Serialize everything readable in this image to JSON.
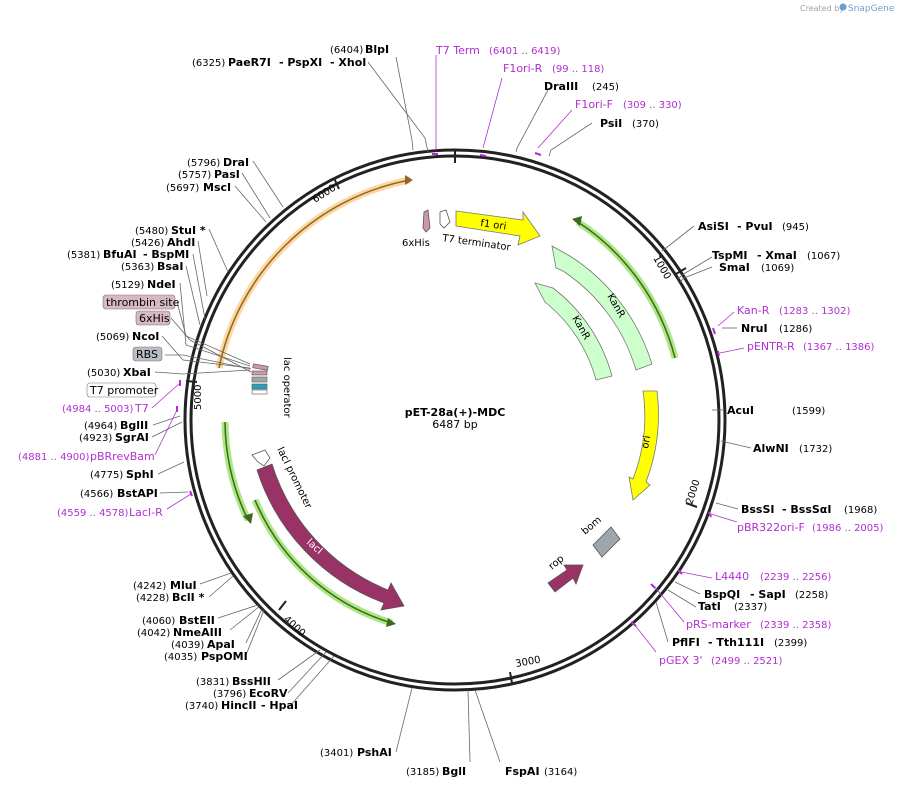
{
  "credit": {
    "prefix": "Created by",
    "brand": "SnapGene"
  },
  "plasmid": {
    "name": "pET-28a(+)-MDC",
    "length_label": "6487 bp"
  },
  "ticks": [
    "1000",
    "2000",
    "3000",
    "4000",
    "5000",
    "6000"
  ],
  "sites": [
    {
      "id": "blpi",
      "name": "BlpI",
      "pos": "(6404)"
    },
    {
      "id": "paer7i",
      "name": "PaeR7I",
      "pos": "(6325)"
    },
    {
      "id": "pspxi",
      "name": "- PspXI",
      "pos": ""
    },
    {
      "id": "xhoi",
      "name": "- XhoI",
      "pos": ""
    },
    {
      "id": "draiii",
      "name": "DraIII",
      "pos": "(245)"
    },
    {
      "id": "psii",
      "name": "PsiI",
      "pos": "(370)"
    },
    {
      "id": "asisi",
      "name": "AsiSI",
      "pos": ""
    },
    {
      "id": "pvui",
      "name": "- PvuI",
      "pos": "(945)"
    },
    {
      "id": "tspmi",
      "name": "TspMI",
      "pos": ""
    },
    {
      "id": "xmai",
      "name": "- XmaI",
      "pos": "(1067)"
    },
    {
      "id": "smai",
      "name": "SmaI",
      "pos": "(1069)"
    },
    {
      "id": "nrui",
      "name": "NruI",
      "pos": "(1286)"
    },
    {
      "id": "acui",
      "name": "AcuI",
      "pos": "(1599)"
    },
    {
      "id": "alwni",
      "name": "AlwNI",
      "pos": "(1732)"
    },
    {
      "id": "bsssi",
      "name": "BssSI",
      "pos": ""
    },
    {
      "id": "bsssai",
      "name": "- BssSαI",
      "pos": "(1968)"
    },
    {
      "id": "bspqi",
      "name": "BspQI",
      "pos": ""
    },
    {
      "id": "sapi",
      "name": "- SapI",
      "pos": "(2258)"
    },
    {
      "id": "tati",
      "name": "TatI",
      "pos": "(2337)"
    },
    {
      "id": "pflfi",
      "name": "PflFI",
      "pos": ""
    },
    {
      "id": "tth111i",
      "name": "- Tth111I",
      "pos": "(2399)"
    },
    {
      "id": "fspai",
      "name": "FspAI",
      "pos": "(3164)"
    },
    {
      "id": "bgli",
      "name": "BglI",
      "pos": "(3185)"
    },
    {
      "id": "pshai",
      "name": "PshAI",
      "pos": "(3401)"
    },
    {
      "id": "hincii",
      "name": "HincII",
      "pos": "(3740)"
    },
    {
      "id": "hpai",
      "name": "- HpaI",
      "pos": ""
    },
    {
      "id": "ecorv",
      "name": "EcoRV",
      "pos": "(3796)"
    },
    {
      "id": "bsshii",
      "name": "BssHII",
      "pos": "(3831)"
    },
    {
      "id": "pspomi",
      "name": "PspOMI",
      "pos": "(4035)"
    },
    {
      "id": "apai",
      "name": "ApaI",
      "pos": "(4039)"
    },
    {
      "id": "nmeaiii",
      "name": "NmeAIII",
      "pos": "(4042)"
    },
    {
      "id": "bsteii",
      "name": "BstEII",
      "pos": "(4060)"
    },
    {
      "id": "bcli",
      "name": "BclI *",
      "pos": "(4228)"
    },
    {
      "id": "mlui",
      "name": "MluI",
      "pos": "(4242)"
    },
    {
      "id": "bstapi",
      "name": "BstAPI",
      "pos": "(4566)"
    },
    {
      "id": "sphi",
      "name": "SphI",
      "pos": "(4775)"
    },
    {
      "id": "sgrai",
      "name": "SgrAI",
      "pos": "(4923)"
    },
    {
      "id": "bglii",
      "name": "BglII",
      "pos": "(4964)"
    },
    {
      "id": "xbai",
      "name": "XbaI",
      "pos": "(5030)"
    },
    {
      "id": "ncoi",
      "name": "NcoI",
      "pos": "(5069)"
    },
    {
      "id": "ndei",
      "name": "NdeI",
      "pos": "(5129)"
    },
    {
      "id": "bsai",
      "name": "BsaI",
      "pos": "(5363)"
    },
    {
      "id": "bfuai",
      "name": "BfuAI",
      "pos": "(5381)"
    },
    {
      "id": "bspmi",
      "name": "- BspMI",
      "pos": ""
    },
    {
      "id": "ahdi",
      "name": "AhdI",
      "pos": "(5426)"
    },
    {
      "id": "stui",
      "name": "StuI *",
      "pos": "(5480)"
    },
    {
      "id": "msci",
      "name": "MscI",
      "pos": "(5697)"
    },
    {
      "id": "pasi",
      "name": "PasI",
      "pos": "(5757)"
    },
    {
      "id": "drai",
      "name": "DraI",
      "pos": "(5796)"
    }
  ],
  "primers": [
    {
      "id": "t7term",
      "name": "T7 Term",
      "range": "(6401 .. 6419)"
    },
    {
      "id": "f1ori-r",
      "name": "F1ori-R",
      "range": "(99 .. 118)"
    },
    {
      "id": "f1ori-f",
      "name": "F1ori-F",
      "range": "(309 .. 330)"
    },
    {
      "id": "kan-r",
      "name": "Kan-R",
      "range": "(1283 .. 1302)"
    },
    {
      "id": "pentr-r",
      "name": "pENTR-R",
      "range": "(1367 .. 1386)"
    },
    {
      "id": "pbr322ori-f",
      "name": "pBR322ori-F",
      "range": "(1986 .. 2005)"
    },
    {
      "id": "l4440",
      "name": "L4440",
      "range": "(2239 .. 2256)"
    },
    {
      "id": "prs-marker",
      "name": "pRS-marker",
      "range": "(2339 .. 2358)"
    },
    {
      "id": "pgex3",
      "name": "pGEX 3'",
      "range": "(2499 .. 2521)"
    },
    {
      "id": "lacir",
      "name": "LacI-R",
      "range": "(4559 .. 4578)"
    },
    {
      "id": "pbrrevbam",
      "name": "pBRrevBam",
      "range": "(4881 .. 4900)"
    },
    {
      "id": "t7",
      "name": "T7",
      "range": "(4984 .. 5003)"
    }
  ],
  "boxed_features": {
    "t7promoter": "T7 promoter",
    "rbs": "RBS",
    "sixhis": "6xHis",
    "thrombin": "thrombin site"
  },
  "features": {
    "f1ori": "f1 ori",
    "kanr_outer": "KanR",
    "kanr_inner": "KanR",
    "ori": "ori",
    "bom": "bom",
    "rop": "rop",
    "laci": "lacI",
    "laci_promoter": "lacI promoter",
    "lac_operator": "lac operator",
    "t7_terminator": "T7 terminator",
    "sixhis_inner": "6xHis"
  },
  "colors": {
    "backbone": "#222222",
    "primer": "#b02fd0",
    "f1ori": "#ffff00",
    "kanr": "#ccffcc",
    "ori": "#ffff00",
    "laci": "#993366",
    "rop": "#993366",
    "bom": "#a0a6ad",
    "cds_glow_green": "#99e066",
    "cds_glow_orange": "#ffcc88"
  }
}
